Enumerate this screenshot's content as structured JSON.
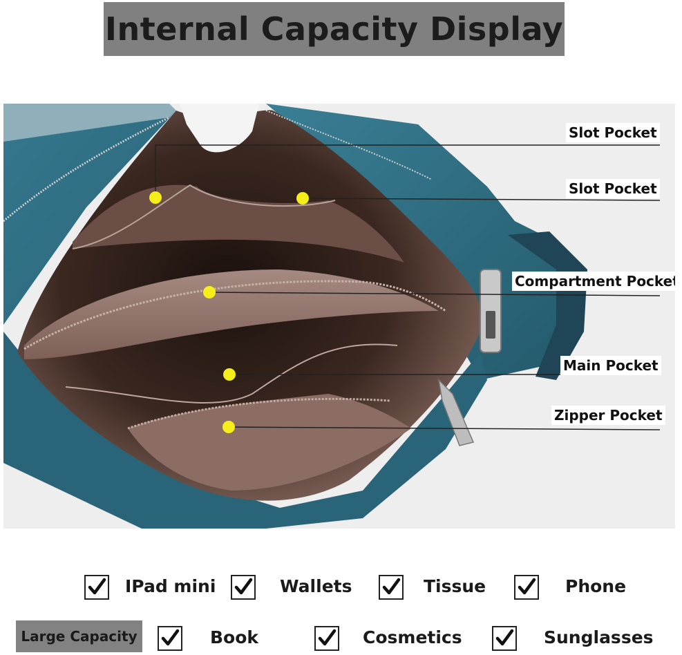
{
  "header": {
    "title": "Internal Capacity Display"
  },
  "callouts": [
    {
      "label": "Slot Pocket"
    },
    {
      "label": "Slot Pocket"
    },
    {
      "label": "Compartment Pocket"
    },
    {
      "label": "Main Pocket"
    },
    {
      "label": "Zipper Pocket"
    }
  ],
  "capacity": {
    "badge": "Large Capacity",
    "row1": [
      {
        "label": "IPad mini"
      },
      {
        "label": "Wallets"
      },
      {
        "label": "Tissue"
      },
      {
        "label": "Phone"
      }
    ],
    "row2": [
      {
        "label": "Book"
      },
      {
        "label": "Cosmetics"
      },
      {
        "label": "Sunglasses"
      }
    ]
  },
  "colors": {
    "banner_bg": "#808080",
    "bag_teal": "#2f6f86",
    "lining_brown": "#8a6a60",
    "marker_yellow": "#f5ee1a"
  }
}
